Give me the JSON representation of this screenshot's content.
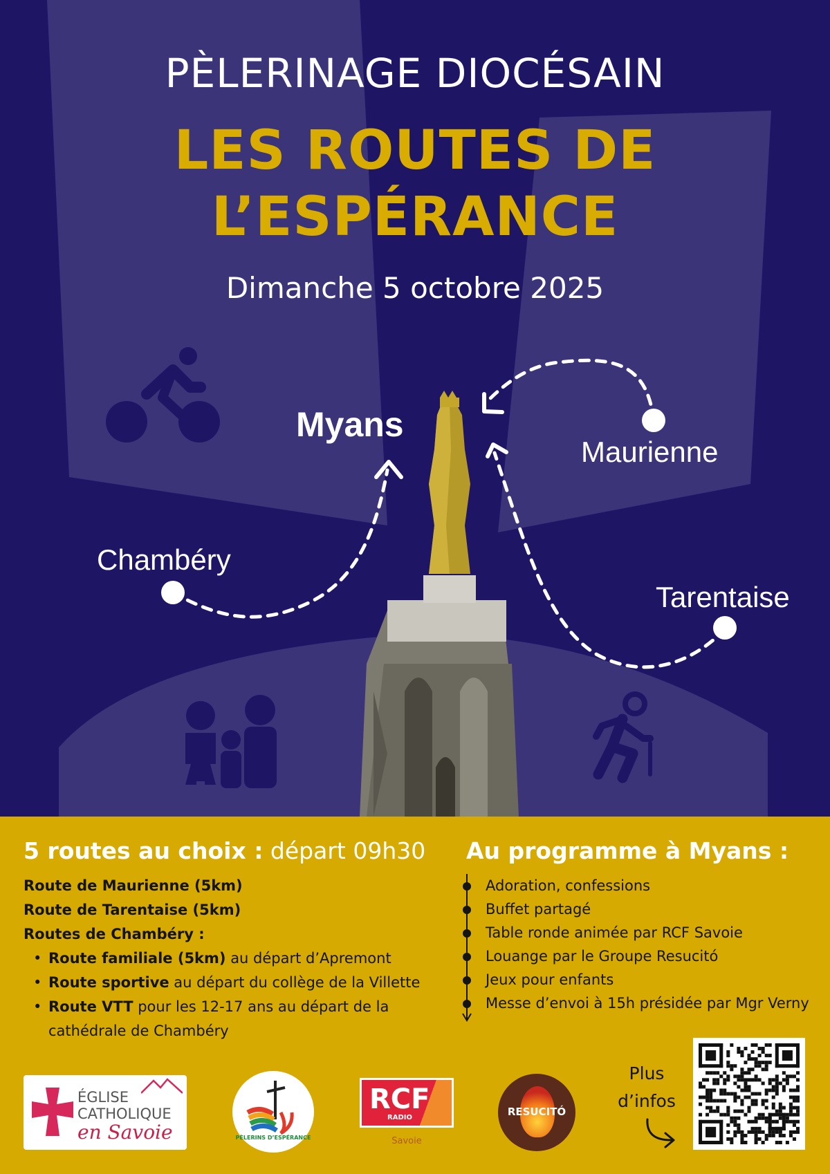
{
  "header": {
    "kicker": "PÈLERINAGE DIOCÉSAIN",
    "title_line1": "LES ROUTES DE",
    "title_line2": "L’ESPÉRANCE",
    "date": "Dimanche 5 octobre 2025"
  },
  "map": {
    "destination": "Myans",
    "origins": [
      "Maurienne",
      "Chambéry",
      "Tarentaise"
    ],
    "icons": [
      "bicycle-icon",
      "family-icon",
      "hiker-icon",
      "statue-of-mary"
    ]
  },
  "routes": {
    "heading_bold": "5 routes au choix :",
    "heading_light": " départ 09h30",
    "lines": [
      "Route de Maurienne (5km)",
      "Route de Tarentaise (5km)",
      "Routes de Chambéry :"
    ],
    "sub": [
      {
        "bold": "Route familiale (5km)",
        "rest": " au départ d’Apremont"
      },
      {
        "bold": "Route sportive",
        "rest": " au départ du collège de la Villette"
      },
      {
        "bold": "Route VTT",
        "rest": " pour les 12-17 ans au départ de la cathédrale de Chambéry"
      }
    ]
  },
  "programme": {
    "heading": "Au programme à Myans :",
    "items": [
      "Adoration, confessions",
      "Buffet partagé",
      "Table ronde animée par RCF Savoie",
      "Louange par le Groupe Resucitó",
      "Jeux pour enfants",
      "Messe d’envoi à 15h présidée par Mgr Verny"
    ]
  },
  "footer": {
    "eglise_line1": "ÉGLISE",
    "eglise_line2": "CATHOLIQUE",
    "eglise_line3": "en Savoie",
    "jubile_label": "PÈLERINS D’ESPÉRANCE",
    "rcf": "RCF",
    "rcf_radio": "RADIO",
    "rcf_savoie": "Savoie",
    "resucito": "RESUCITÓ",
    "plus_infos_1": "Plus",
    "plus_infos_2": "d’infos"
  },
  "colors": {
    "navy": "#1e1664",
    "gold": "#d6aa00",
    "beam": "#3c3478"
  }
}
